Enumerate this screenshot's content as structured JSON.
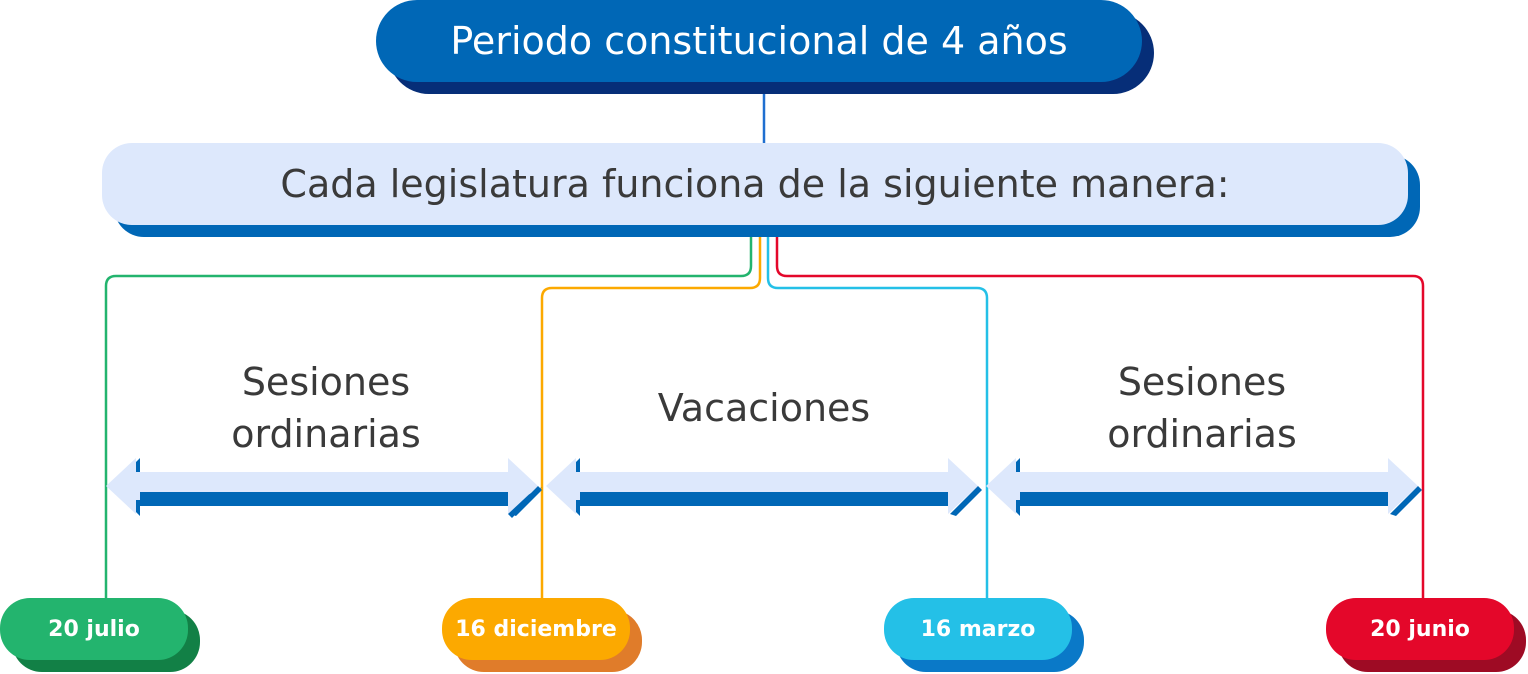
{
  "title": "Periodo constitucional de 4 años",
  "subtitle": "Cada legislatura funciona de la siguiente manera:",
  "periods": [
    {
      "label_line1": "Sesiones",
      "label_line2": "ordinarias"
    },
    {
      "label_line1": "Vacaciones",
      "label_line2": ""
    },
    {
      "label_line1": "Sesiones",
      "label_line2": "ordinarias"
    }
  ],
  "dates": [
    {
      "label": "20 julio",
      "color": "#23b46e",
      "shadow": "#128046"
    },
    {
      "label": "16 diciembre",
      "color": "#fca900",
      "shadow": "#e07c2a"
    },
    {
      "label": "16 marzo",
      "color": "#24c0e7",
      "shadow": "#0a79c8"
    },
    {
      "label": "20 junio",
      "color": "#e4072a",
      "shadow": "#9e0b24"
    }
  ],
  "colors": {
    "primary": "#0067b6",
    "dark": "#062e78",
    "light": "#dde8fc"
  }
}
